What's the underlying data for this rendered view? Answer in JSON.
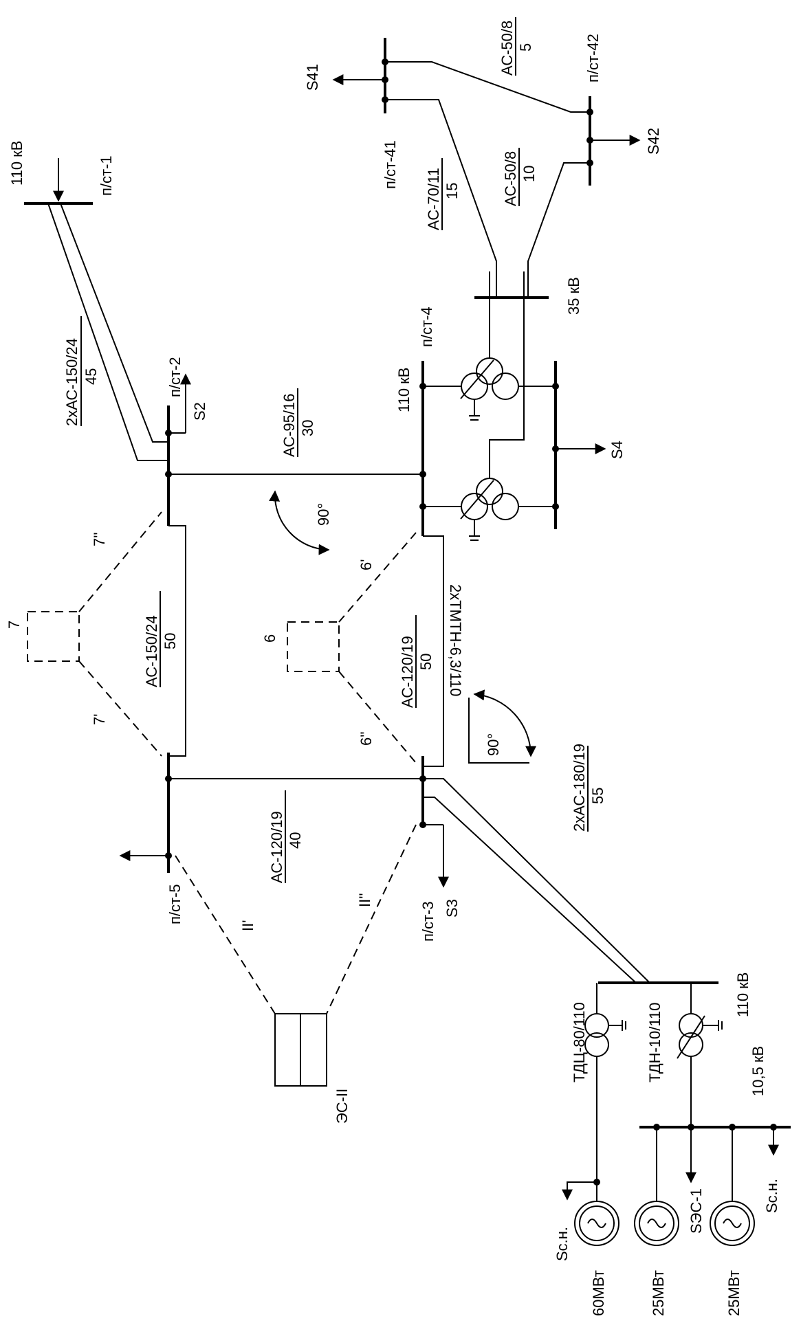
{
  "nodes": {
    "ps1": "п/ст-1",
    "ps2": "п/ст-2",
    "ps3": "п/ст-3",
    "ps4": "п/ст-4",
    "ps5": "п/ст-5",
    "ps41": "п/ст-41",
    "ps42": "п/ст-42",
    "es2": "ЭС-II"
  },
  "voltages": {
    "ps1": "110 кВ",
    "ps4": "110 кВ",
    "ps4_35": "35 кВ",
    "es_hv": "110 кВ",
    "es_gen": "10,5 кВ"
  },
  "lines": {
    "l_1_2": {
      "wire": "2хАС-150/24",
      "len": "45"
    },
    "l_2_4": {
      "wire": "АС-95/16",
      "len": "30"
    },
    "l_2_5": {
      "wire": "АС-150/24",
      "len": "50"
    },
    "l_4_3": {
      "wire": "АС-120/19",
      "len": "50"
    },
    "l_5_3": {
      "wire": "АС-120/19",
      "len": "40"
    },
    "l_3_es": {
      "wire": "2хАС-180/19",
      "len": "55"
    },
    "l_35_41": {
      "wire": "АС-70/11",
      "len": "15"
    },
    "l_35_42": {
      "wire": "АС-50/8",
      "len": "10"
    },
    "l_41_42": {
      "wire": "АС-50/8",
      "len": "5"
    }
  },
  "loads": {
    "s2": "S2",
    "s3": "S3",
    "s4": "S4",
    "s41": "S41",
    "s42": "S42",
    "ses1": "SЭС-1",
    "ssn": "Sс.н."
  },
  "transformers": {
    "ps4": "2хТМТН-6,3/110",
    "es_t1": "ТДЦ-80/110",
    "es_t2": "ТДН-10/110"
  },
  "generators": {
    "g1": "60МВт",
    "g2": "25МВт",
    "g3": "25МВт"
  },
  "options": {
    "o7": "7",
    "o7a": "7'",
    "o7b": "7''",
    "o6": "6",
    "o6a": "6'",
    "o6b": "6''",
    "oII_a": "II'",
    "oII_b": "II''",
    "angle1": "90°",
    "angle2": "90°"
  }
}
